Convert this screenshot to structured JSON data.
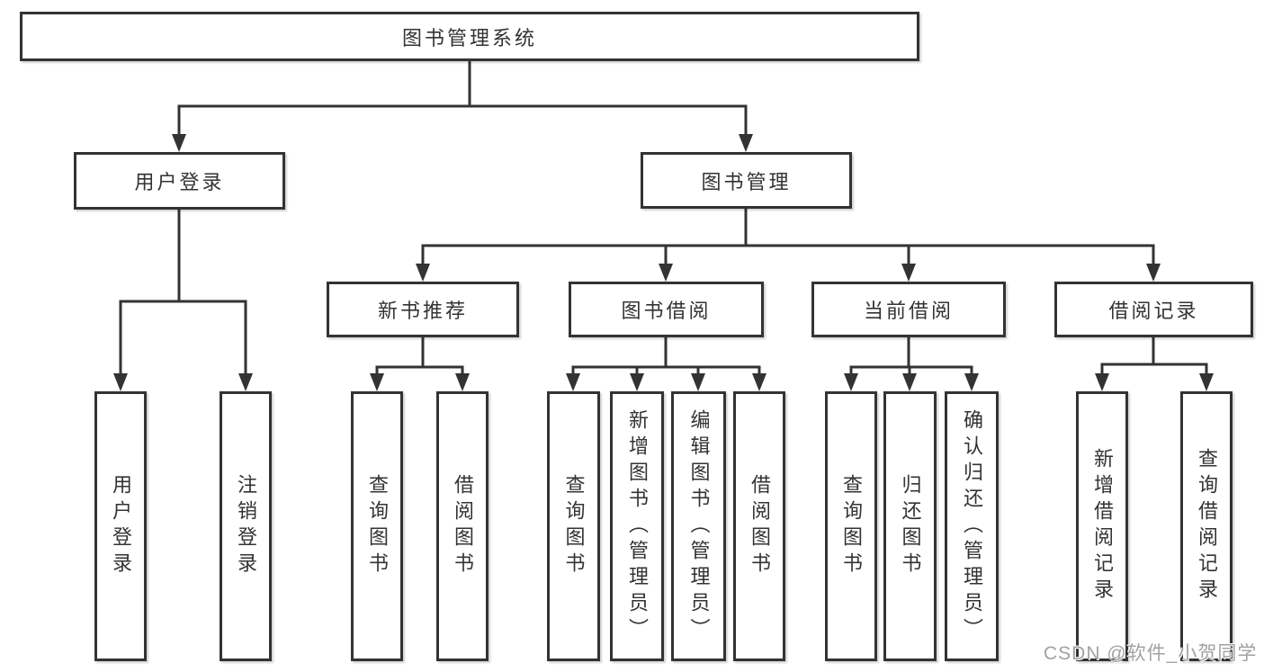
{
  "diagram_type": "hierarchy-tree",
  "colors": {
    "line": "#333333",
    "text": "#333333",
    "background": "#ffffff",
    "watermark_text_color": "#a2a2a2"
  },
  "tree": {
    "label": "图书管理系统",
    "children": [
      {
        "label": "用户登录",
        "children": [
          {
            "label": "用户登录"
          },
          {
            "label": "注销登录"
          }
        ]
      },
      {
        "label": "图书管理",
        "children": [
          {
            "label": "新书推荐",
            "children": [
              {
                "label": "查询图书"
              },
              {
                "label": "借阅图书"
              }
            ]
          },
          {
            "label": "图书借阅",
            "children": [
              {
                "label": "查询图书"
              },
              {
                "label": "新增图书（管理员）"
              },
              {
                "label": "编辑图书（管理员）"
              },
              {
                "label": "借阅图书"
              }
            ]
          },
          {
            "label": "当前借阅",
            "children": [
              {
                "label": "查询图书"
              },
              {
                "label": "归还图书"
              },
              {
                "label": "确认归还（管理员）"
              }
            ]
          },
          {
            "label": "借阅记录",
            "children": [
              {
                "label": "新增借阅记录"
              },
              {
                "label": "查询借阅记录"
              }
            ]
          }
        ]
      }
    ]
  },
  "watermark": {
    "text": "CSDN @软件_小贺同学"
  }
}
